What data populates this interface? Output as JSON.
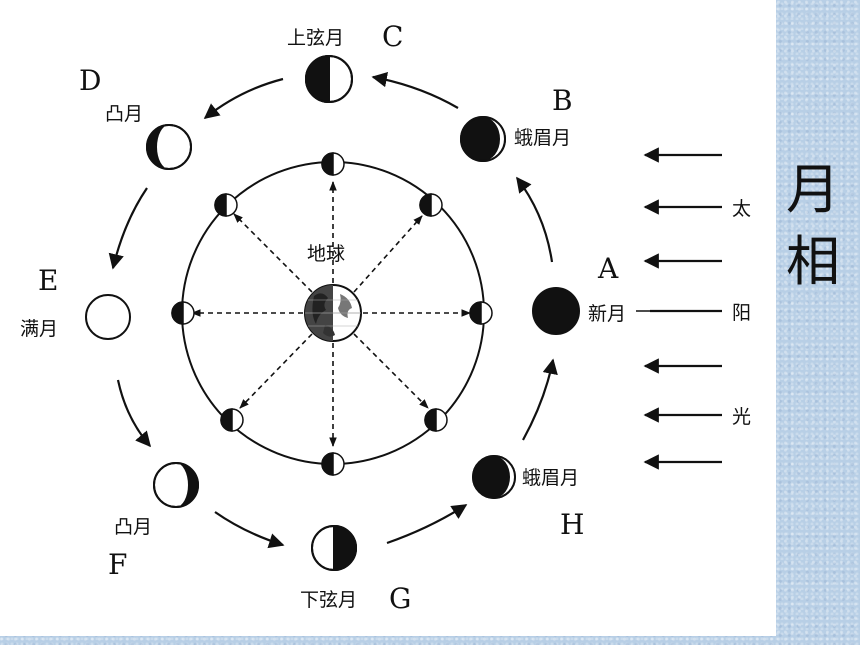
{
  "title_chars": [
    "月",
    "相"
  ],
  "center_label": "地球",
  "sunlight_chars": [
    "太",
    "阳",
    "光"
  ],
  "phases": [
    {
      "letter": "A",
      "name": "新月"
    },
    {
      "letter": "B",
      "name": "蛾眉月"
    },
    {
      "letter": "C",
      "name": "上弦月"
    },
    {
      "letter": "D",
      "name": "凸月"
    },
    {
      "letter": "E",
      "name": "满月"
    },
    {
      "letter": "F",
      "name": "凸月"
    },
    {
      "letter": "G",
      "name": "下弦月"
    },
    {
      "letter": "H",
      "name": "蛾眉月"
    }
  ],
  "colors": {
    "ink": "#111111",
    "panel": "#ffffff",
    "background": "#b8cfe6"
  }
}
